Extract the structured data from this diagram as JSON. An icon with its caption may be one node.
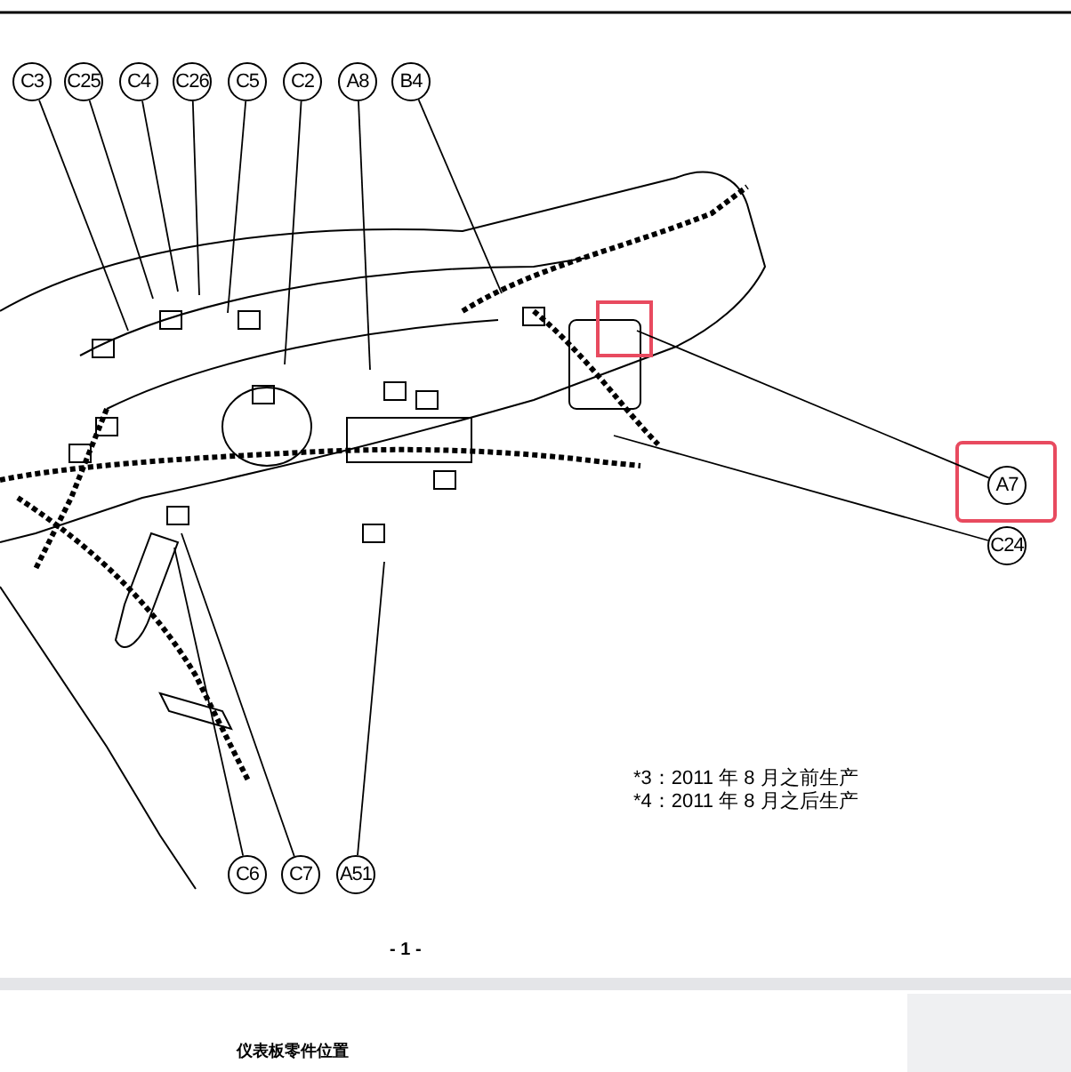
{
  "diagram": {
    "nodes": [
      {
        "text": [
          "C3"
        ]
      },
      {
        "text": [
          "C25"
        ]
      },
      {
        "text": [
          "C4"
        ]
      },
      {
        "text": [
          "C26"
        ]
      },
      {
        "text": [
          "C5"
        ]
      },
      {
        "text": [
          "C2"
        ]
      },
      {
        "text": [
          "A8"
        ]
      },
      {
        "text": [
          "B4"
        ]
      },
      {
        "text": [
          "A7"
        ]
      },
      {
        "text": [
          "C24"
        ]
      },
      {
        "text": [
          "C6"
        ]
      },
      {
        "text": [
          "C7"
        ]
      },
      {
        "text": [
          "A51"
        ]
      }
    ],
    "edges": [
      {
        "from": 0,
        "to": null,
        "arrow": "none"
      },
      {
        "from": 1,
        "to": null,
        "arrow": "none"
      },
      {
        "from": 2,
        "to": null,
        "arrow": "none"
      },
      {
        "from": 3,
        "to": null,
        "arrow": "none"
      },
      {
        "from": 4,
        "to": null,
        "arrow": "none"
      },
      {
        "from": 5,
        "to": null,
        "arrow": "none"
      },
      {
        "from": 6,
        "to": null,
        "arrow": "none"
      },
      {
        "from": 7,
        "to": null,
        "arrow": "none"
      },
      {
        "from": 8,
        "to": null,
        "arrow": "none"
      },
      {
        "from": 9,
        "to": null,
        "arrow": "none"
      },
      {
        "from": 10,
        "to": null,
        "arrow": "none"
      },
      {
        "from": 11,
        "to": null,
        "arrow": "none"
      },
      {
        "from": 12,
        "to": null,
        "arrow": "none"
      }
    ],
    "labels": [
      "*3：2011 年 8 月之前生产",
      "*4：2011 年 8 月之后生产",
      "- 1 -",
      "仪表板零件位置"
    ]
  }
}
